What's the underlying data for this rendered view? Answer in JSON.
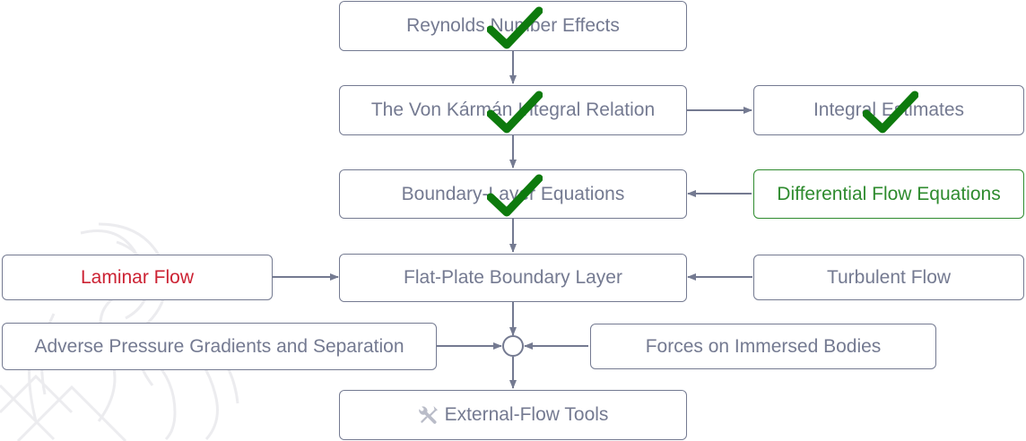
{
  "colors": {
    "node_border": "#747a91",
    "node_text": "#747a91",
    "arrow": "#747a91",
    "completed_check": "#0d7a0d",
    "highlight_green": "#2e8b2e",
    "highlight_red": "#cc2233",
    "watermark": "#ececef"
  },
  "nodes": {
    "reynolds": {
      "label": "Reynolds Number Effects",
      "completed": true
    },
    "von_karman": {
      "label": "The Von Kármán Integral Relation",
      "completed": true
    },
    "integral_estimates": {
      "label": "Integral Estimates",
      "completed": true
    },
    "boundary_layer_eq": {
      "label": "Boundary-Layer Equations",
      "completed": true
    },
    "differential_flow": {
      "label": "Differential Flow Equations",
      "state": "available"
    },
    "laminar": {
      "label": "Laminar Flow",
      "state": "locked"
    },
    "flat_plate": {
      "label": "Flat-Plate Boundary Layer"
    },
    "turbulent": {
      "label": "Turbulent Flow"
    },
    "adverse_pressure": {
      "label": "Adverse Pressure Gradients and Separation"
    },
    "forces": {
      "label": "Forces on Immersed Bodies"
    },
    "external_tools": {
      "label": "External-Flow Tools",
      "icon": "tools-icon"
    }
  },
  "icons": {
    "check": "checkmark-icon",
    "tools": "wrench-screwdriver-icon",
    "junction": "junction-circle"
  }
}
